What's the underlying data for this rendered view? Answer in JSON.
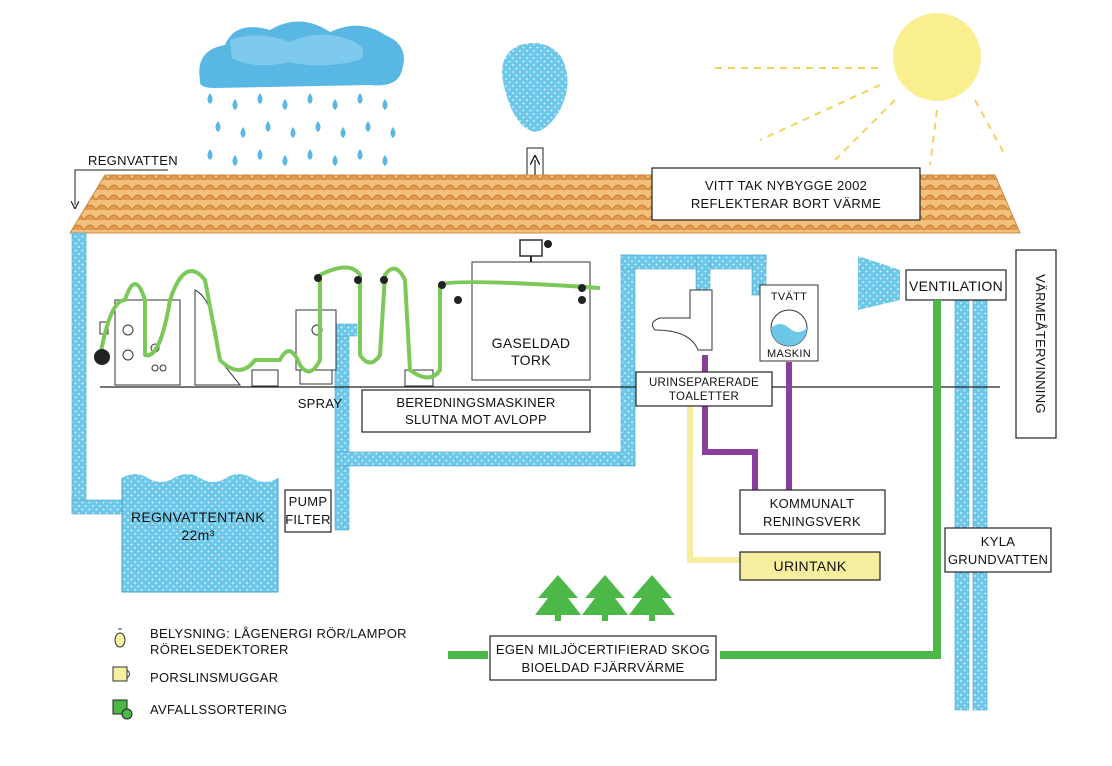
{
  "labels": {
    "regnvatten": "REGNVATTEN",
    "vitt_tak_1": "VITT TAK NYBYGGE 2002",
    "vitt_tak_2": "REFLEKTERAR BORT VÄRME",
    "gaseldad_1": "GASELDAD",
    "gaseldad_2": "TORK",
    "tvatt_1": "TVÄTT",
    "tvatt_2": "MASKIN",
    "ventilation": "VENTILATION",
    "varmeatervinning": "VÄRMEÅTERVINNING",
    "spray": "SPRAY",
    "beredning_1": "BEREDNINGSMASKINER",
    "beredning_2": "SLUTNA MOT AVLOPP",
    "urinsep_1": "URINSEPARERADE",
    "urinsep_2": "TOALETTER",
    "kommunalt_1": "KOMMUNALT",
    "kommunalt_2": "RENINGSVERK",
    "regnvattentank": "REGNVATTENTANK",
    "tank_volume": "22m³",
    "pump": "PUMP",
    "filter": "FILTER",
    "kyla_1": "KYLA",
    "kyla_2": "GRUNDVATTEN",
    "urintank": "URINTANK",
    "skog_1": "EGEN MILJÖCERTIFIERAD SKOG",
    "skog_2": "BIOELDAD FJÄRRVÄRME"
  },
  "legend": [
    {
      "icon": "bulb-icon",
      "line1": "BELYSNING: LÅGENERGI RÖR/LAMPOR",
      "line2": "RÖRELSEDEKTORER"
    },
    {
      "icon": "mug-icon",
      "line1": "PORSLINSMUGGAR",
      "line2": ""
    },
    {
      "icon": "waste-sorting-icon",
      "line1": "AVFALLSSORTERING",
      "line2": ""
    }
  ],
  "colors": {
    "water": "#6cc7e8",
    "water_dot": "#ffffff",
    "pipe_green": "#4cb848",
    "fabric_green": "#7cc95a",
    "pipe_purple": "#8a3f9a",
    "pipe_yellow": "#f4ee9e",
    "roof": "#e8a65a",
    "sun": "#f9ef8f",
    "cloud": "#59b7e4"
  }
}
